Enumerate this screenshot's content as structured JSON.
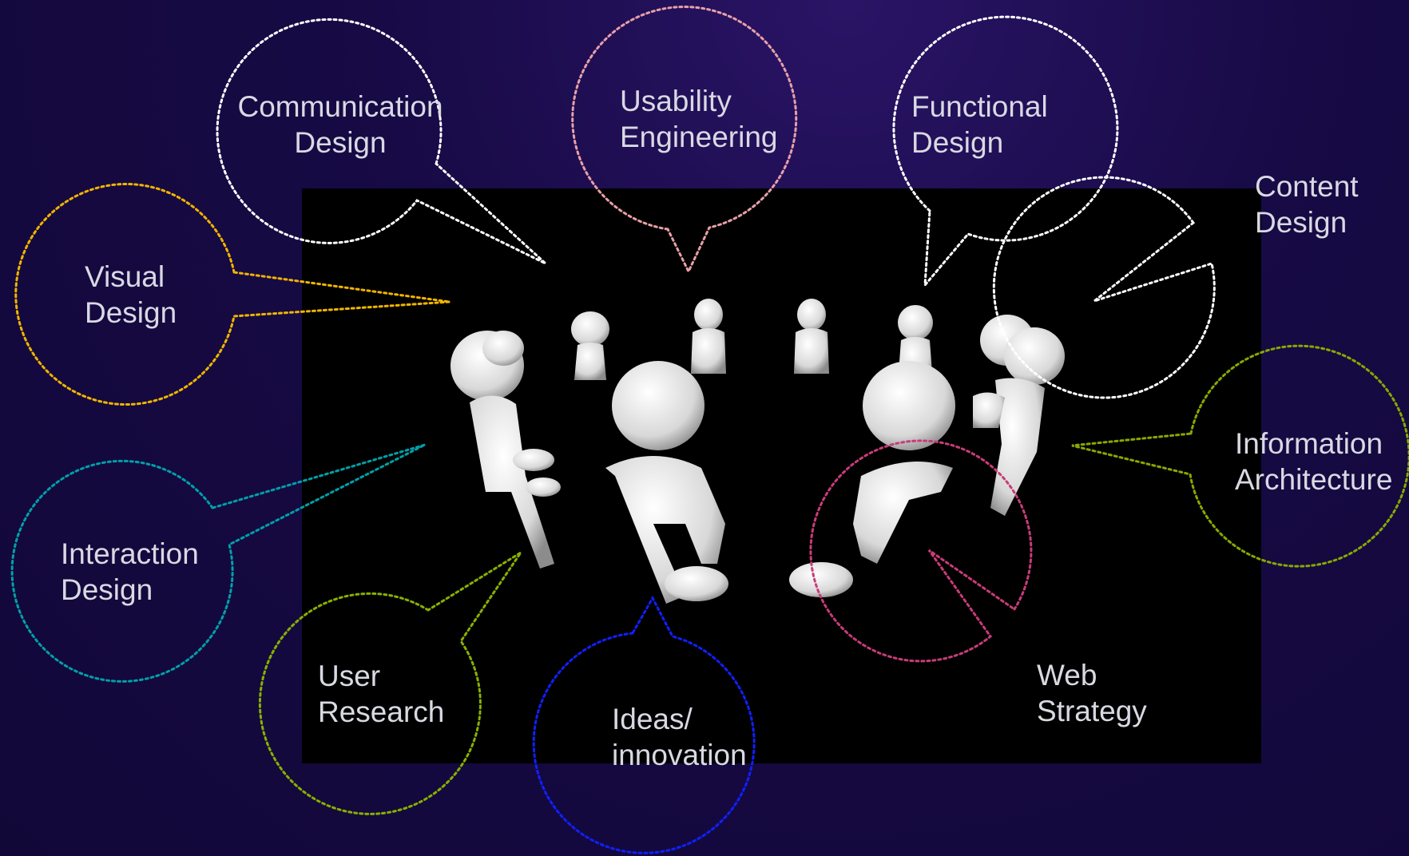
{
  "bubbles": [
    {
      "id": "visual-design",
      "lines": [
        "Visual",
        "Design"
      ],
      "color": "#f0b400"
    },
    {
      "id": "communication-design",
      "lines": [
        "Communication",
        "Design"
      ],
      "color": "#ffffff"
    },
    {
      "id": "usability-engineering",
      "lines": [
        "Usability",
        "Engineering"
      ],
      "color": "#e8a0a8"
    },
    {
      "id": "functional-design",
      "lines": [
        "Functional",
        "Design"
      ],
      "color": "#ffffff"
    },
    {
      "id": "content-design",
      "lines": [
        "Content",
        "Design"
      ],
      "color": "#ffffff"
    },
    {
      "id": "information-architecture",
      "lines": [
        "Information",
        "Architecture"
      ],
      "color": "#88a800"
    },
    {
      "id": "interaction-design",
      "lines": [
        "Interaction",
        "Design"
      ],
      "color": "#00a0a8"
    },
    {
      "id": "user-research",
      "lines": [
        "User",
        "Research"
      ],
      "color": "#88b000"
    },
    {
      "id": "ideas-innovation",
      "lines": [
        "Ideas/",
        "innovation"
      ],
      "color": "#1020ff"
    },
    {
      "id": "web-strategy",
      "lines": [
        "Web",
        "Strategy"
      ],
      "color": "#c83c78"
    }
  ]
}
